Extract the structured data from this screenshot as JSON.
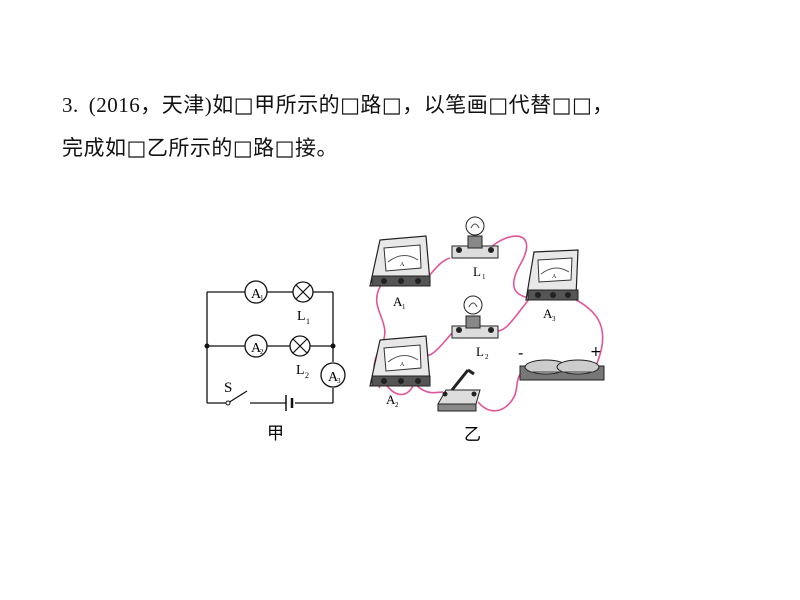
{
  "question": {
    "number": "3.",
    "source": "(2016，天津)",
    "line1_text": "如□甲所示的□路□，以笔画□代替□□，",
    "line2_text": "完成如□乙所示的□路□接。"
  },
  "figure_jia": {
    "caption": "甲",
    "switch_label": "S",
    "ammeter_labels": [
      "A1",
      "A2",
      "A3"
    ],
    "lamp_labels": [
      "L1",
      "L2"
    ]
  },
  "figure_yi": {
    "caption": "乙",
    "ammeter_labels": [
      "A1",
      "A2",
      "A3"
    ],
    "lamp_labels": [
      "L1",
      "L2"
    ],
    "battery_minus": "-",
    "battery_plus": "+"
  },
  "colors": {
    "wire": "#e0559a",
    "text": "#111111"
  }
}
